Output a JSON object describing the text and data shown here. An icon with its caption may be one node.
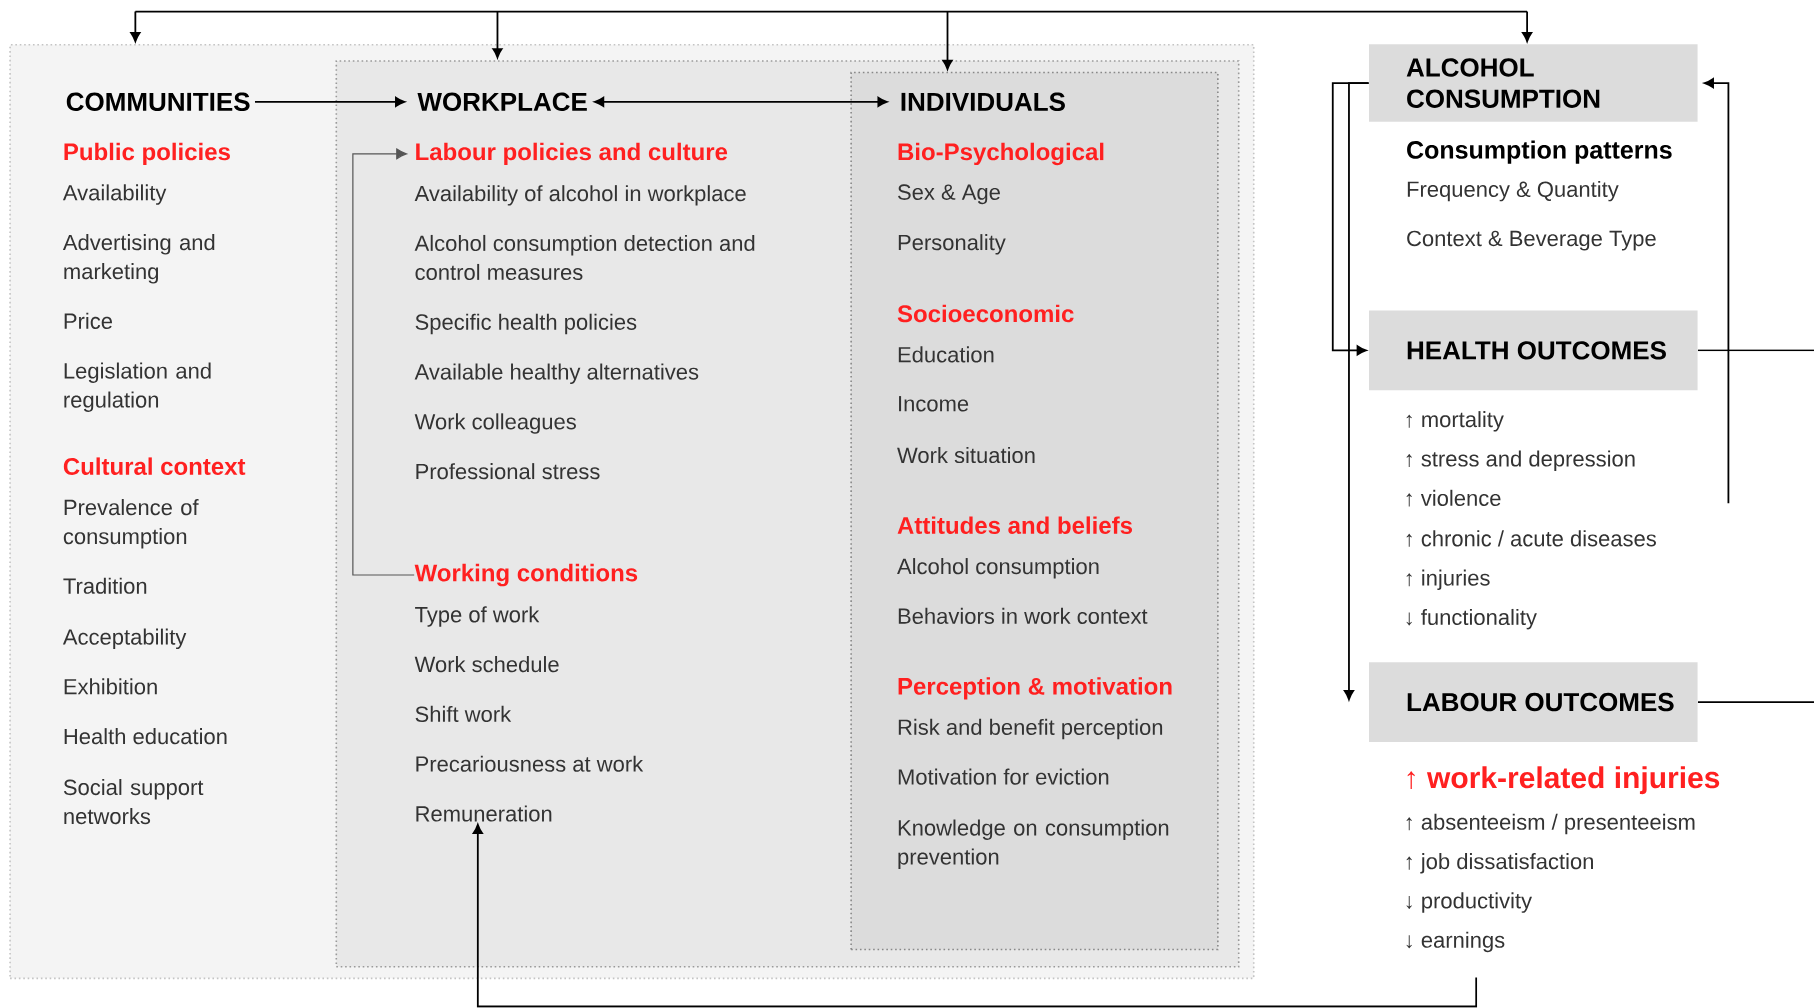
{
  "diagram": {
    "nodes": [
      {
        "text": [],
        "shape": "box"
      },
      {
        "text": [
          "COMMUNITIES"
        ],
        "in": 0
      },
      {
        "text": [],
        "shape": "box",
        "in": 0
      },
      {
        "text": [
          "WORKPLACE"
        ],
        "in": 2
      },
      {
        "text": [
          "Labour policies and culture",
          "Availability of alcohol in workplace",
          "Alcohol consumption detection and control measures",
          "Specific health policies",
          "Available healthy alternatives",
          "Work colleagues",
          "Professional stress"
        ],
        "in": 2
      },
      {
        "text": [
          "Working conditions",
          "Type of work",
          "Work schedule",
          "Shift work",
          "Precariousness at work",
          "Remuneration"
        ],
        "in": 2
      },
      {
        "text": [],
        "shape": "box",
        "in": 2
      },
      {
        "text": [
          "INDIVIDUALS"
        ],
        "in": 6
      },
      {
        "text": [
          "ALCOHOL CONSUMPTION"
        ]
      },
      {
        "text": [
          "HEALTH OUTCOMES"
        ]
      },
      {
        "text": [
          "LABOUR OUTCOMES"
        ]
      }
    ],
    "edges": [
      {
        "from": null,
        "to": 0,
        "arrow": "to"
      },
      {
        "from": null,
        "to": 2,
        "arrow": "to"
      },
      {
        "from": null,
        "to": 6,
        "arrow": "to"
      },
      {
        "from": null,
        "to": 8,
        "arrow": "to"
      },
      {
        "from": 1,
        "to": 3,
        "arrow": "to"
      },
      {
        "from": 3,
        "to": 7,
        "arrow": "both"
      },
      {
        "from": 5,
        "to": 4,
        "arrow": "to",
        "color": "#555555"
      },
      {
        "from": 8,
        "to": 9,
        "arrow": "to"
      },
      {
        "from": 8,
        "to": 10,
        "arrow": "to"
      },
      {
        "from": null,
        "to": 8,
        "arrow": "to"
      },
      {
        "from": 9,
        "to": null,
        "arrow": "none"
      },
      {
        "from": 10,
        "to": null,
        "arrow": "none"
      },
      {
        "from": null,
        "to": 5,
        "arrow": "to"
      }
    ],
    "labels": [
      "Public policies",
      "Availability",
      "Advertising and marketing",
      "Price",
      "Legislation and regulation",
      "Cultural context",
      "Prevalence of consumption",
      "Tradition",
      "Acceptability",
      "Exhibition",
      "Health education",
      "Social support networks",
      "Bio-Psychological",
      "Sex & Age",
      "Personality",
      "Socioeconomic",
      "Education",
      "Income",
      "Work situation",
      "Attitudes and beliefs",
      "Alcohol consumption",
      "Behaviors in work context",
      "Perception & motivation",
      "Risk and benefit perception",
      "Motivation for eviction",
      "Knowledge on consumption prevention",
      "Consumption patterns",
      "Frequency & Quantity",
      "Context & Beverage Type",
      "↑ mortality",
      "↑ stress and depression",
      "↑ violence",
      "↑ chronic / acute diseases",
      "↑ injuries",
      "↓ functionality",
      "↑ work-related injuries",
      "↑ absenteeism / presenteeism",
      "↑ job dissatisfaction",
      "↓ productivity",
      "↓ earnings"
    ]
  }
}
